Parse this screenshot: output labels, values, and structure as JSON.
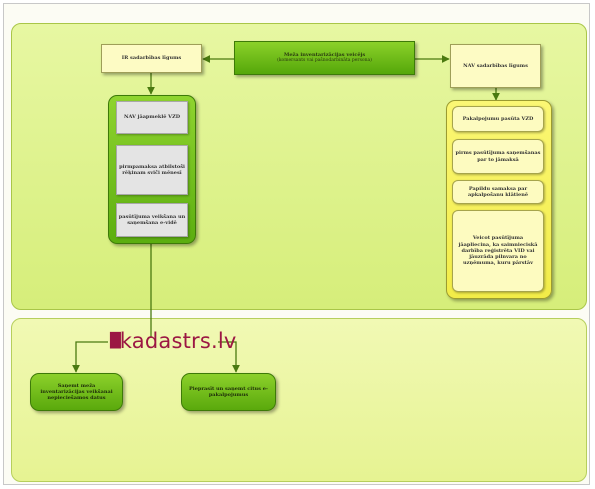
{
  "top_panel": {
    "header": {
      "center": {
        "title": "Meža inventarizācijas veicējs",
        "subtitle": "(komersants vai pašnodarbināta persona)"
      },
      "left": "IR sadarbības līgums",
      "right": "NAV sadarbības līgums"
    },
    "left_column": [
      "NAV jāapmeklē VZD",
      "pirmpamaksa atbilstoši rēķinam sviči mēnesī",
      "pasūtījuma veikšana un saņemšana e-vidē"
    ],
    "right_column": [
      "Pakalpojumu pasūta VZD",
      "pirms pasūtījuma saņemšanas par to jāmaksā",
      "Papildu samaksa par apkalpošanu klātienē",
      "Veicot pasūtījuma jāapliecina, ka saimnieciskā darbība reģistrēta VID vai jāuzrāda pilnvara no uzņēmuma, kuru pārstāv"
    ]
  },
  "bottom_panel": {
    "logo_text": "kadastrs.lv",
    "logo_mark": "█",
    "boxes": [
      "Saņemt meža inventarizācijas veikšanai nepieciešamos datus",
      "Pieprasīt un saņemt citus e-pakalpojumus"
    ]
  },
  "colors": {
    "panel_top": "#d6ee7a",
    "panel_bottom": "#e6f392",
    "green": "#5cae10",
    "yellow": "#f2ec48",
    "cream": "#fdfbc4",
    "logo": "#9b1743"
  }
}
